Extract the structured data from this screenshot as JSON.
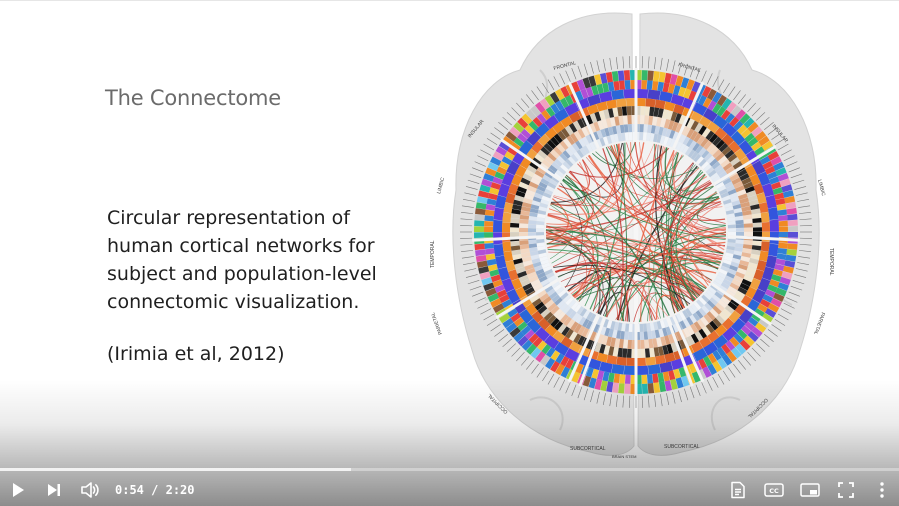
{
  "slide": {
    "title": "The Connectome",
    "body_lines": [
      "Circular representation of",
      "human cortical networks for",
      "subject and population-level",
      "connectomic visualization."
    ],
    "citation": "(Irimia et al, 2012)"
  },
  "figure": {
    "region_labels": [
      "FRONTAL",
      "FRONTAL",
      "INSULAR",
      "INSULAR",
      "LIMBIC",
      "LIMBIC",
      "TEMPORAL",
      "TEMPORAL",
      "PARIETAL",
      "PARIETAL",
      "OCCIPITAL",
      "OCCIPITAL",
      "SUBCORTICAL",
      "SUBCORTICAL",
      "BRAIN STEM"
    ]
  },
  "player": {
    "current_time": "0:54",
    "duration": "2:20",
    "time_separator": " / ",
    "progress": 0.39,
    "icons": {
      "play": "play-icon",
      "next": "next-icon",
      "volume": "volume-icon",
      "transcript": "transcript-icon",
      "captions": "captions-icon",
      "miniplayer": "miniplayer-icon",
      "fullscreen": "fullscreen-icon",
      "more": "more-vertical-icon"
    },
    "captions_label": "CC"
  },
  "colors": {
    "accent_progress": "#f2f2f2",
    "control_icons": "#ffffff",
    "title_text": "#6b6b6b",
    "body_text": "#1f1f1f"
  }
}
